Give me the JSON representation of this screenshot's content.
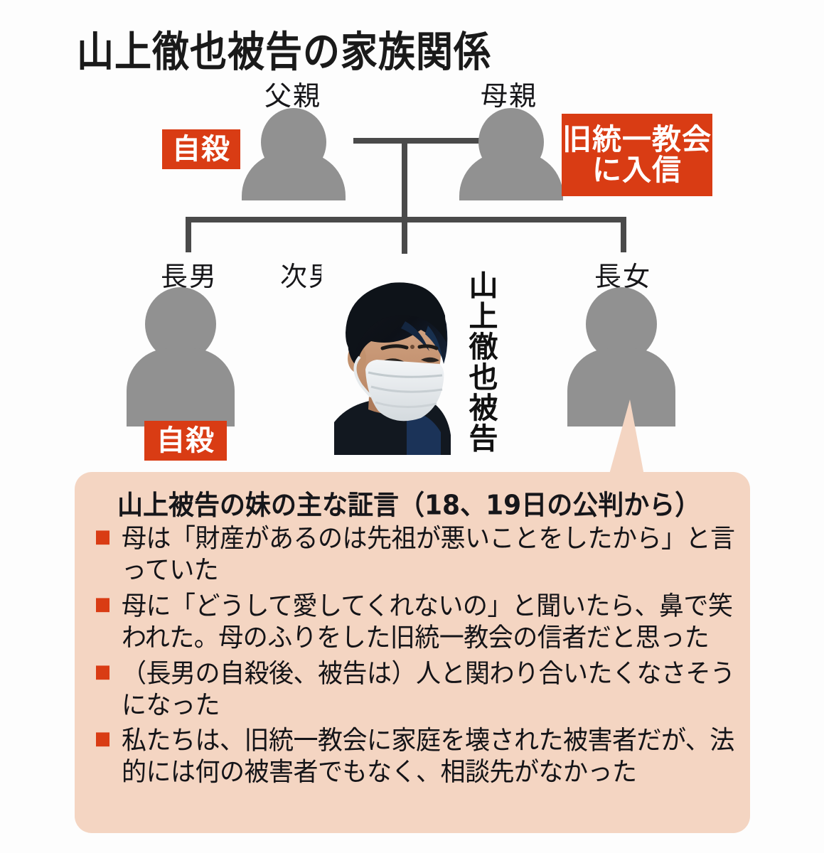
{
  "title": "山上徹也被告の家族関係",
  "tree": {
    "parents": [
      {
        "id": "father",
        "label": "父親",
        "badge": "自殺"
      },
      {
        "id": "mother",
        "label": "母親",
        "badge": "旧統一教会\nに入信"
      }
    ],
    "children": [
      {
        "id": "eldest-son",
        "label": "長男",
        "badge": "自殺"
      },
      {
        "id": "second-son",
        "label": "次男",
        "badge": "",
        "photo_label": "山上徹也被告"
      },
      {
        "id": "eldest-daughter",
        "label": "長女",
        "badge": ""
      }
    ]
  },
  "callout": {
    "heading": "山上被告の妹の主な証言（18、19日の公判から）",
    "bullets": [
      "母は「財産があるのは先祖が悪いことをしたから」と言っていた",
      "母に「どうして愛してくれないの」と聞いたら、鼻で笑われた。母のふりをした旧統一教会の信者だと思った",
      "（長男の自殺後、被告は）人と関わり合いたくなさそうになった",
      "私たちは、旧統一教会に家庭を壊された被害者だが、法的には何の被害者でもなく、相談先がなかった"
    ]
  },
  "colors": {
    "badge_red": "#d93c14",
    "silhouette_gray": "#919191",
    "line_gray": "#4a4a4a",
    "callout_peach": "#f4d5c2",
    "text_dark": "#16161a"
  }
}
